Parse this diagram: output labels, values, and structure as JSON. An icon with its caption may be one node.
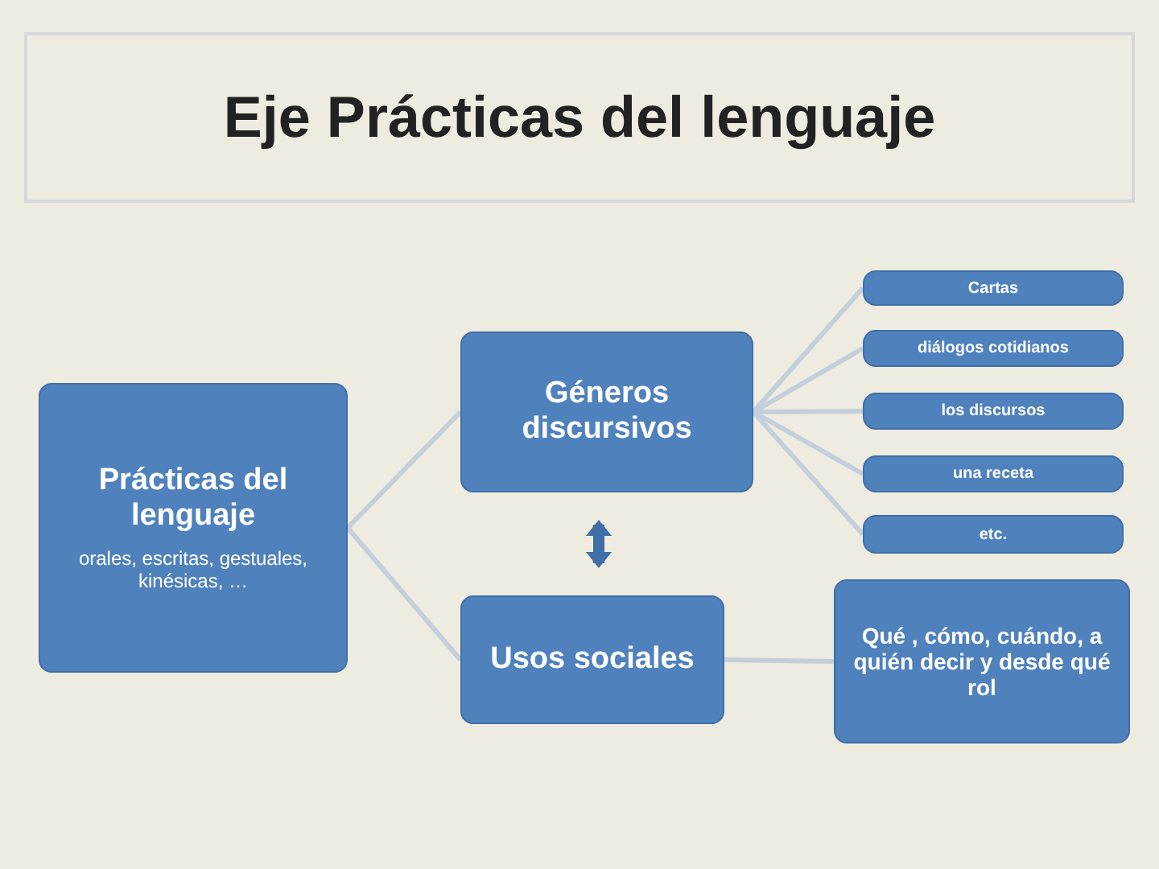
{
  "diagram": {
    "title": "Eje Prácticas del lenguaje",
    "nodes": [
      {
        "text": [
          "Prácticas del lenguaje",
          "orales, escritas, gestuales, kinésicas, …"
        ]
      },
      {
        "text": [
          "Géneros discursivos"
        ]
      },
      {
        "text": [
          "Usos sociales"
        ]
      },
      {
        "text": [
          "Cartas"
        ]
      },
      {
        "text": [
          "diálogos cotidianos"
        ]
      },
      {
        "text": [
          "los discursos"
        ]
      },
      {
        "text": [
          "una receta"
        ]
      },
      {
        "text": [
          "etc."
        ]
      },
      {
        "text": [
          "Qué , cómo, cuándo, a quién decir y desde qué rol"
        ]
      }
    ],
    "edges": [
      {
        "from": 0,
        "to": 1,
        "arrow": "none"
      },
      {
        "from": 0,
        "to": 2,
        "arrow": "none"
      },
      {
        "from": 1,
        "to": 3,
        "arrow": "none"
      },
      {
        "from": 1,
        "to": 4,
        "arrow": "none"
      },
      {
        "from": 1,
        "to": 5,
        "arrow": "none"
      },
      {
        "from": 1,
        "to": 6,
        "arrow": "none"
      },
      {
        "from": 1,
        "to": 7,
        "arrow": "none"
      },
      {
        "from": 1,
        "to": 2,
        "arrow": "both",
        "style": "thick",
        "color": "#3f6ea8"
      },
      {
        "from": 2,
        "to": 8,
        "arrow": "none"
      }
    ]
  }
}
